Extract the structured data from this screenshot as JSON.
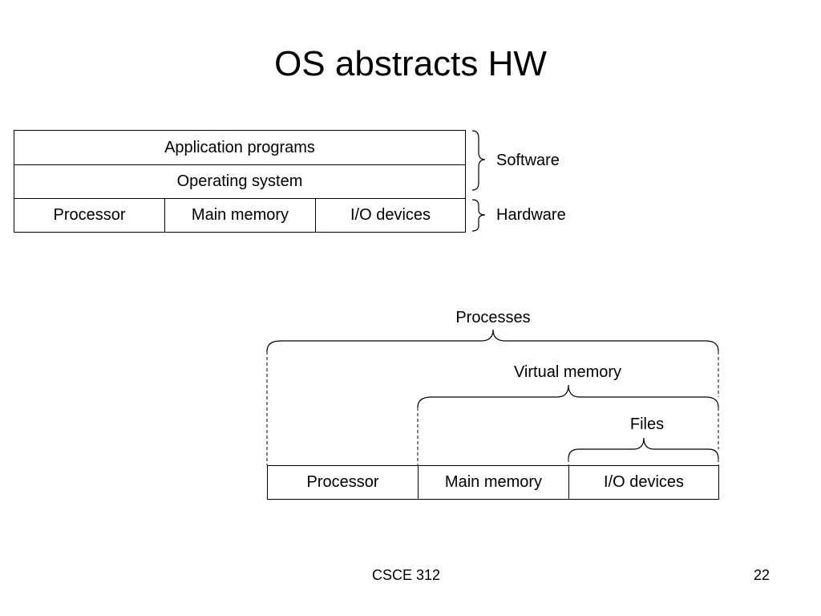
{
  "slide": {
    "title": "OS abstracts HW",
    "footer_course": "CSCE 312",
    "footer_page": "22"
  },
  "layer_stack": {
    "application_programs": "Application programs",
    "operating_system": "Operating system",
    "hardware_units": [
      "Processor",
      "Main memory",
      "I/O devices"
    ],
    "software_label": "Software",
    "hardware_label": "Hardware"
  },
  "abstraction_diagram": {
    "processes_label": "Processes",
    "virtual_memory_label": "Virtual memory",
    "files_label": "Files",
    "hardware_units": [
      "Processor",
      "Main memory",
      "I/O devices"
    ]
  }
}
